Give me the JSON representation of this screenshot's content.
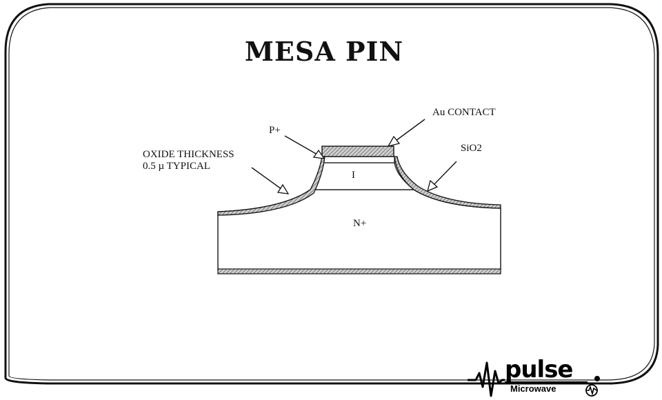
{
  "title": "MESA PIN",
  "labels": {
    "au_contact": "Au CONTACT",
    "p_plus": "P+",
    "sio2": "SiO2",
    "oxide_line1": "OXIDE THICKNESS",
    "oxide_line2": "0.5 µ TYPICAL",
    "i_layer": "I",
    "n_plus": "N+"
  },
  "logo": {
    "word": "pulse",
    "sub": "Microwave"
  },
  "colors": {
    "ink": "#111111",
    "hatch": "#9a9a9a",
    "background": "#ffffff"
  }
}
